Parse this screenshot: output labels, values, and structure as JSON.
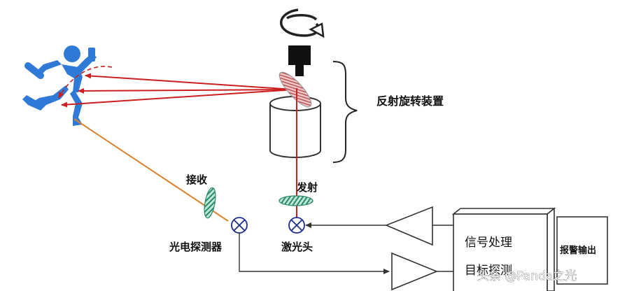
{
  "labels": {
    "reflect_rotate_device": "反射旋转装置",
    "receive": "接收",
    "emit": "发射",
    "photodetector": "光电探测器",
    "laser_head": "激光头",
    "signal_processing": "信号处理",
    "target_detection": "目标探测",
    "alarm_output": "报警输出",
    "watermark": "头条 @Panda之光"
  },
  "colors": {
    "laser_beam": "#cc1f1f",
    "return_beam": "#d9822b",
    "person": "#2f7ad6",
    "lens_fill": "#a8d8c8",
    "lens_stripe": "#2a8a6a",
    "motor": "#111111"
  },
  "icons": {
    "rotation": "rotate-arrow-icon",
    "running_person": "running-person-icon",
    "crossed_circle": "crossed-circle-icon"
  }
}
